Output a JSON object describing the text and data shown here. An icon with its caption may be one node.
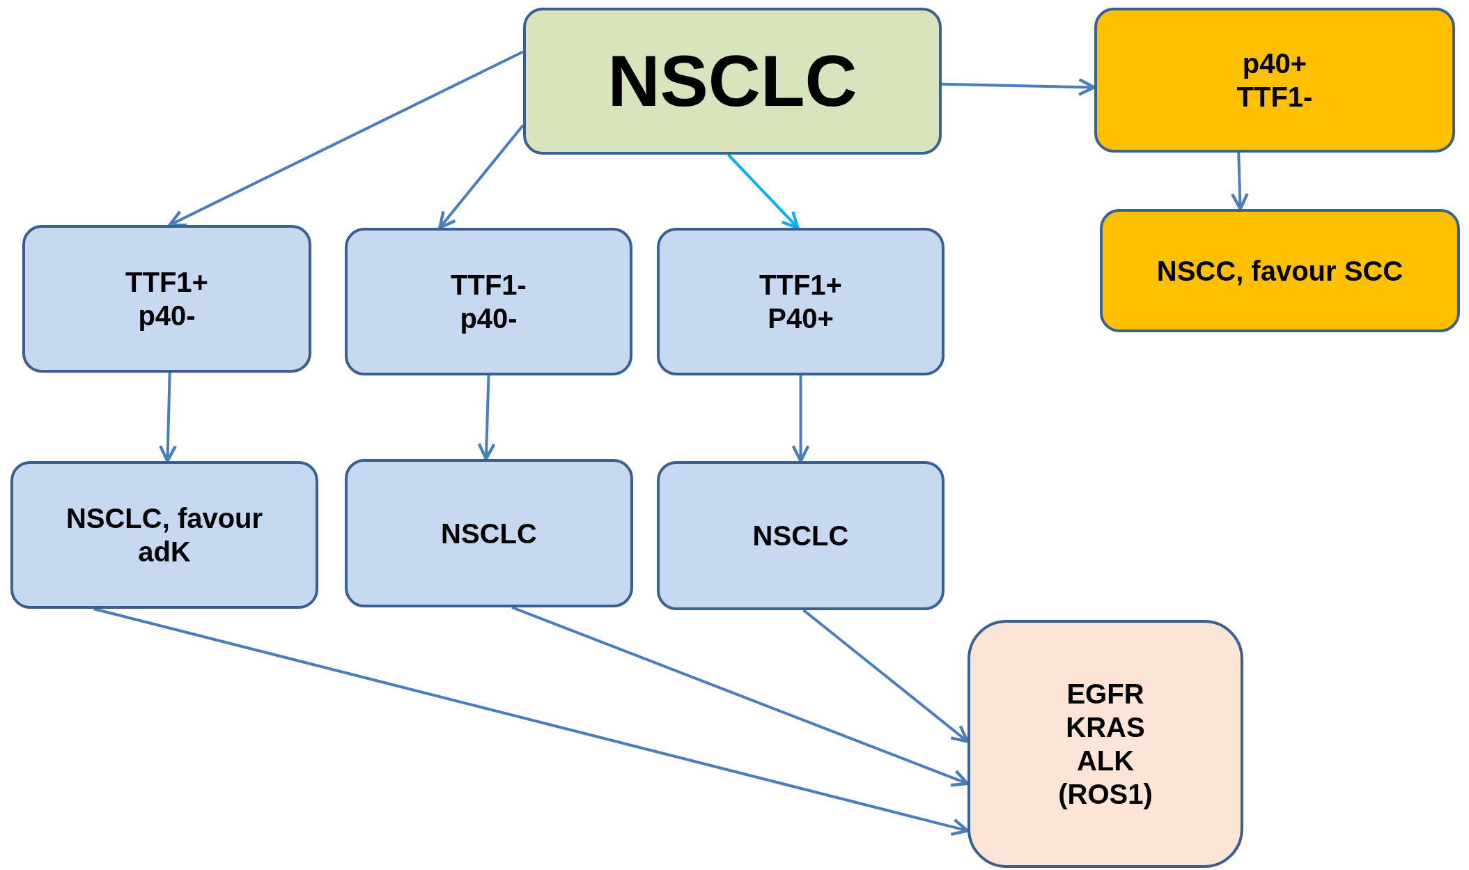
{
  "diagram": {
    "nodes": [
      {
        "text": [
          "NSCLC"
        ]
      },
      {
        "text": [
          "p40+ TTF1-"
        ]
      },
      {
        "text": [
          "NSCC, favour SCC"
        ]
      },
      {
        "text": [
          "TTF1+ p40-"
        ]
      },
      {
        "text": [
          "TTF1- p40-"
        ]
      },
      {
        "text": [
          "TTF1+ P40+"
        ]
      },
      {
        "text": [
          "NSCLC, favour adK"
        ]
      },
      {
        "text": [
          "NSCLC"
        ]
      },
      {
        "text": [
          "NSCLC"
        ]
      },
      {
        "text": [
          "EGFR KRAS ALK (ROS1)"
        ]
      }
    ],
    "edges": [
      {
        "from": 0,
        "to": 3,
        "arrow": "to"
      },
      {
        "from": 0,
        "to": 4,
        "arrow": "to"
      },
      {
        "from": 0,
        "to": 5,
        "arrow": "to",
        "color": "#00b0f0"
      },
      {
        "from": 0,
        "to": 1,
        "arrow": "to"
      },
      {
        "from": 1,
        "to": 2,
        "arrow": "to"
      },
      {
        "from": 3,
        "to": 6,
        "arrow": "to"
      },
      {
        "from": 4,
        "to": 7,
        "arrow": "to"
      },
      {
        "from": 5,
        "to": 8,
        "arrow": "to"
      },
      {
        "from": 6,
        "to": 9,
        "arrow": "to"
      },
      {
        "from": 7,
        "to": 9,
        "arrow": "to"
      },
      {
        "from": 8,
        "to": 9,
        "arrow": "to"
      }
    ]
  }
}
